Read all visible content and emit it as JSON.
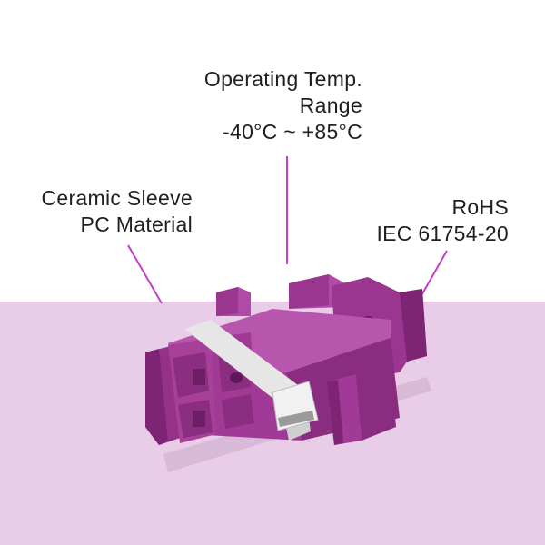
{
  "callouts": {
    "temperature": {
      "line1": "Operating Temp.",
      "line2": "Range",
      "line3": "-40°C ~ +85°C"
    },
    "material": {
      "line1": "Ceramic Sleeve",
      "line2": "PC Material"
    },
    "standards": {
      "line1": "RoHS",
      "line2": "IEC 61754-20"
    }
  },
  "colors": {
    "background": "#ffffff",
    "band": "#e8cce8",
    "product_body": "#a03a96",
    "product_shadow": "#7d2475",
    "product_highlight": "#b855ad",
    "leader_line": "#c040c8",
    "clip": "#e6e6e6"
  },
  "product": {
    "icon": "sc-duplex-fiber-adapter-icon"
  }
}
